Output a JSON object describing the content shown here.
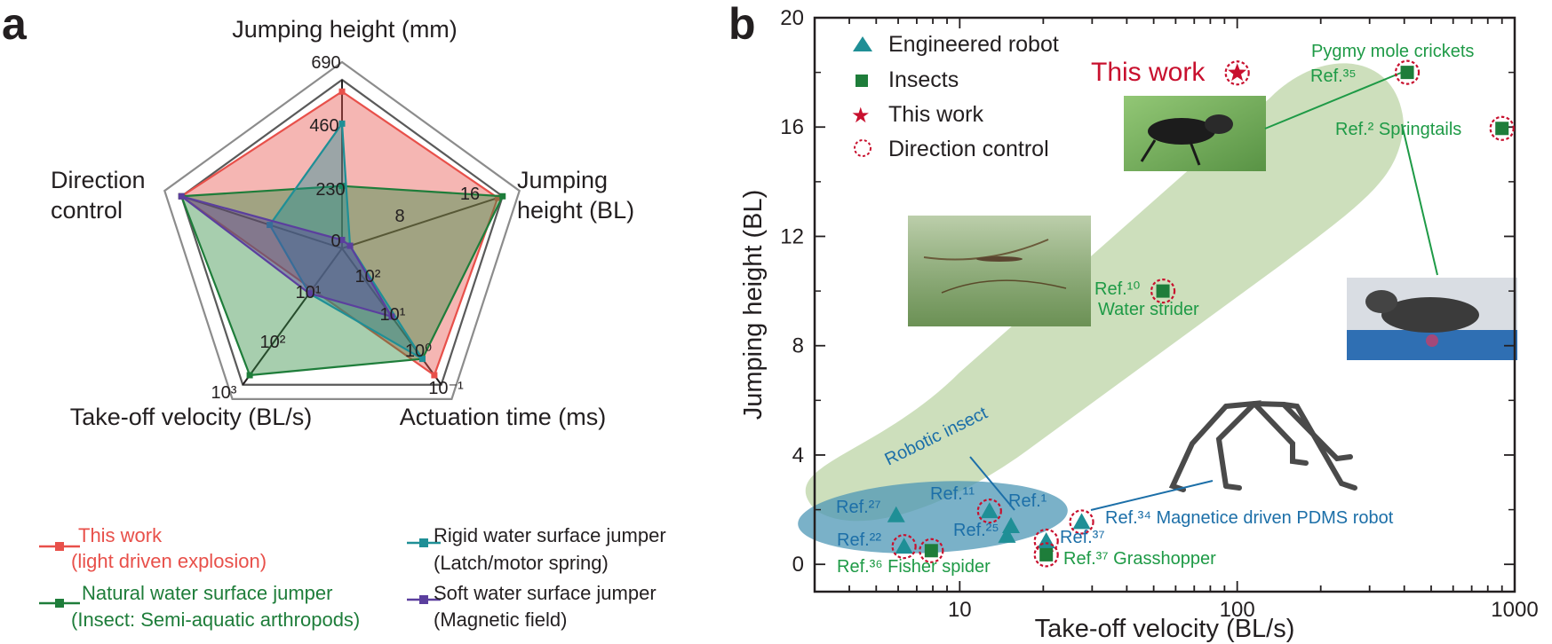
{
  "panel_labels": {
    "a": "a",
    "b": "b"
  },
  "radar": {
    "axes": [
      {
        "name": "Jumping height (mm)",
        "label_lines": [
          "Jumping height (mm)"
        ],
        "ticks": [
          "0",
          "230",
          "460",
          "690"
        ]
      },
      {
        "name": "Jumping height (BL)",
        "label_lines": [
          "Jumping",
          "height (BL)"
        ],
        "ticks": [
          "8",
          "16"
        ]
      },
      {
        "name": "Actuation time (ms)",
        "label_lines": [
          "Actuation time (ms)"
        ],
        "ticks": [
          "10²",
          "10¹",
          "10⁰",
          "10⁻¹"
        ]
      },
      {
        "name": "Take-off velocity (BL/s)",
        "label_lines": [
          "Take-off velocity (BL/s)"
        ],
        "ticks": [
          "10¹",
          "10²",
          "10³"
        ]
      },
      {
        "name": "Direction control",
        "label_lines": [
          "Direction",
          "control"
        ],
        "ticks": []
      }
    ],
    "series": [
      {
        "name": "This work",
        "sub": "(light driven explosion)",
        "color": "#e8504a",
        "fill": "#e8504a",
        "text_color": "#e8504a",
        "values": [
          0.93,
          0.97,
          0.93,
          0.3,
          1.0
        ]
      },
      {
        "name": "Natural water surface jumper",
        "sub": "(Insect: Semi-aquatic arthropods)",
        "color": "#1e7d3a",
        "fill": "#2e8b3e",
        "text_color": "#1e7d3a",
        "values": [
          0.37,
          1.0,
          0.81,
          0.93,
          1.0
        ]
      },
      {
        "name": "Rigid water surface jumper",
        "sub": "(Latch/motor spring)",
        "color": "#1f8f96",
        "fill": "#1f8f96",
        "text_color": "#231f20",
        "values": [
          0.74,
          0.05,
          0.81,
          0.33,
          0.45
        ]
      },
      {
        "name": "Soft water surface jumper",
        "sub": "(Magnetic field)",
        "color": "#5b3f9e",
        "fill": "#5b3f9e",
        "text_color": "#231f20",
        "values": [
          0.05,
          0.05,
          0.5,
          0.33,
          1.0
        ]
      }
    ]
  },
  "chart_data": {
    "type": "scatter",
    "xlabel": "Take-off velocity (BL/s)",
    "ylabel": "Jumping height (BL)",
    "xscale": "log",
    "xlim": [
      3,
      1000
    ],
    "ylim": [
      -1,
      20
    ],
    "xticks": [
      10,
      100,
      1000
    ],
    "xtick_labels": [
      "10",
      "100",
      "1000"
    ],
    "yticks": [
      0,
      4,
      8,
      12,
      16,
      20
    ],
    "ytick_labels": [
      "0",
      "4",
      "8",
      "12",
      "16",
      "20"
    ],
    "grid": false,
    "legend_position": "top-left",
    "legend": [
      {
        "label": "Engineered robot",
        "marker": "triangle",
        "color": "#1f8f96"
      },
      {
        "label": "Insects",
        "marker": "square",
        "color": "#1e7d3a"
      },
      {
        "label": "This work",
        "marker": "star",
        "color": "#c8102e"
      },
      {
        "label": "Direction control",
        "marker": "dashed-circle",
        "color": "#c8102e"
      }
    ],
    "series": [
      {
        "name": "Engineered robot",
        "marker": "triangle",
        "color": "#1f8f96",
        "points": [
          {
            "x": 5.9,
            "y": 1.8,
            "circled": false
          },
          {
            "x": 6.3,
            "y": 0.65,
            "circled": true
          },
          {
            "x": 12.8,
            "y": 1.95,
            "circled": true
          },
          {
            "x": 15.3,
            "y": 1.4,
            "circled": false
          },
          {
            "x": 14.8,
            "y": 1.05,
            "circled": false
          },
          {
            "x": 20.5,
            "y": 0.85,
            "circled": true
          },
          {
            "x": 27.5,
            "y": 1.55,
            "circled": true
          }
        ]
      },
      {
        "name": "Insects",
        "marker": "square",
        "color": "#1e7d3a",
        "points": [
          {
            "x": 7.9,
            "y": 0.5,
            "circled": true
          },
          {
            "x": 20.5,
            "y": 0.35,
            "circled": true
          },
          {
            "x": 54,
            "y": 10.0,
            "circled": true
          },
          {
            "x": 410,
            "y": 18.0,
            "circled": true
          },
          {
            "x": 900,
            "y": 15.95,
            "circled": true
          }
        ]
      },
      {
        "name": "This work",
        "marker": "star",
        "color": "#c8102e",
        "points": [
          {
            "x": 100,
            "y": 17.98,
            "circled": true
          }
        ]
      }
    ],
    "annotations": {
      "this_work": "This work",
      "pygmy_line1": "Pygmy mole crickets",
      "pygmy_line2": "Ref.³⁵",
      "springtails": "Ref.² Springtails",
      "water_strider_ref": "Ref.¹⁰",
      "water_strider": "Water strider",
      "robotic_insect": "Robotic insect",
      "ref27": "Ref.²⁷",
      "ref22": "Ref.²²",
      "ref11": "Ref.¹¹",
      "ref1": "Ref.¹",
      "ref25": "Ref.²⁵",
      "ref37a": "Ref.³⁷",
      "ref34": "Ref.³⁴ Magnetice driven PDMS robot",
      "fisher": "Ref.³⁶ Fisher spider",
      "grasshopper": "Ref.³⁷ Grasshopper"
    },
    "colors": {
      "robot_text": "#1c6fa8",
      "insect_text": "#1e9a46",
      "accent": "#c8102e",
      "band": "#c8dcb5",
      "blob": "#4e97b5"
    }
  }
}
